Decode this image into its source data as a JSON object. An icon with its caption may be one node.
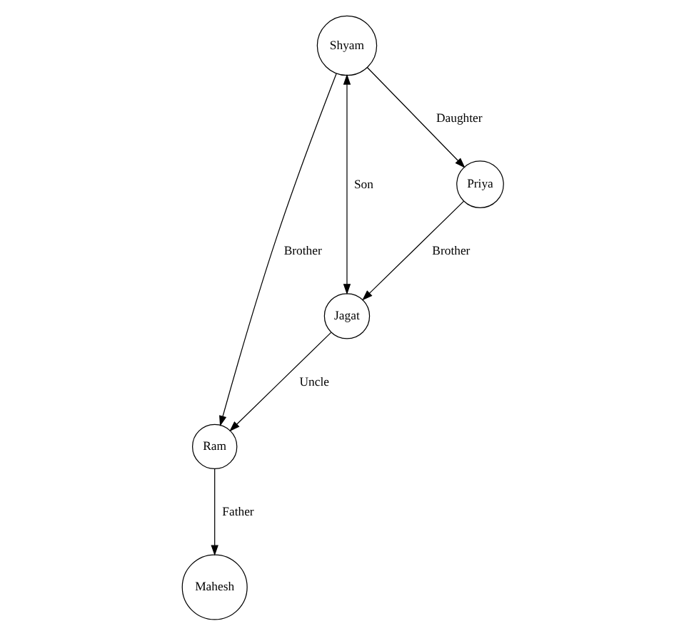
{
  "diagram": {
    "nodes": [
      {
        "text": [
          "Mahesh"
        ]
      },
      {
        "text": [
          "Ram"
        ]
      },
      {
        "text": [
          "Shyam"
        ]
      },
      {
        "text": [
          "Jagat"
        ]
      },
      {
        "text": [
          "Priya"
        ]
      }
    ],
    "edges": [
      {
        "from": 1,
        "to": 0,
        "arrow": "to",
        "label": "Father"
      },
      {
        "from": 2,
        "to": 1,
        "arrow": "to",
        "label": "Brother"
      },
      {
        "from": 2,
        "to": 3,
        "arrow": "both",
        "label": "Son"
      },
      {
        "from": 2,
        "to": 4,
        "arrow": "to",
        "label": "Daughter"
      },
      {
        "from": 4,
        "to": 3,
        "arrow": "to",
        "label": "Brother"
      },
      {
        "from": 3,
        "to": 1,
        "arrow": "to",
        "label": "Uncle"
      }
    ]
  }
}
